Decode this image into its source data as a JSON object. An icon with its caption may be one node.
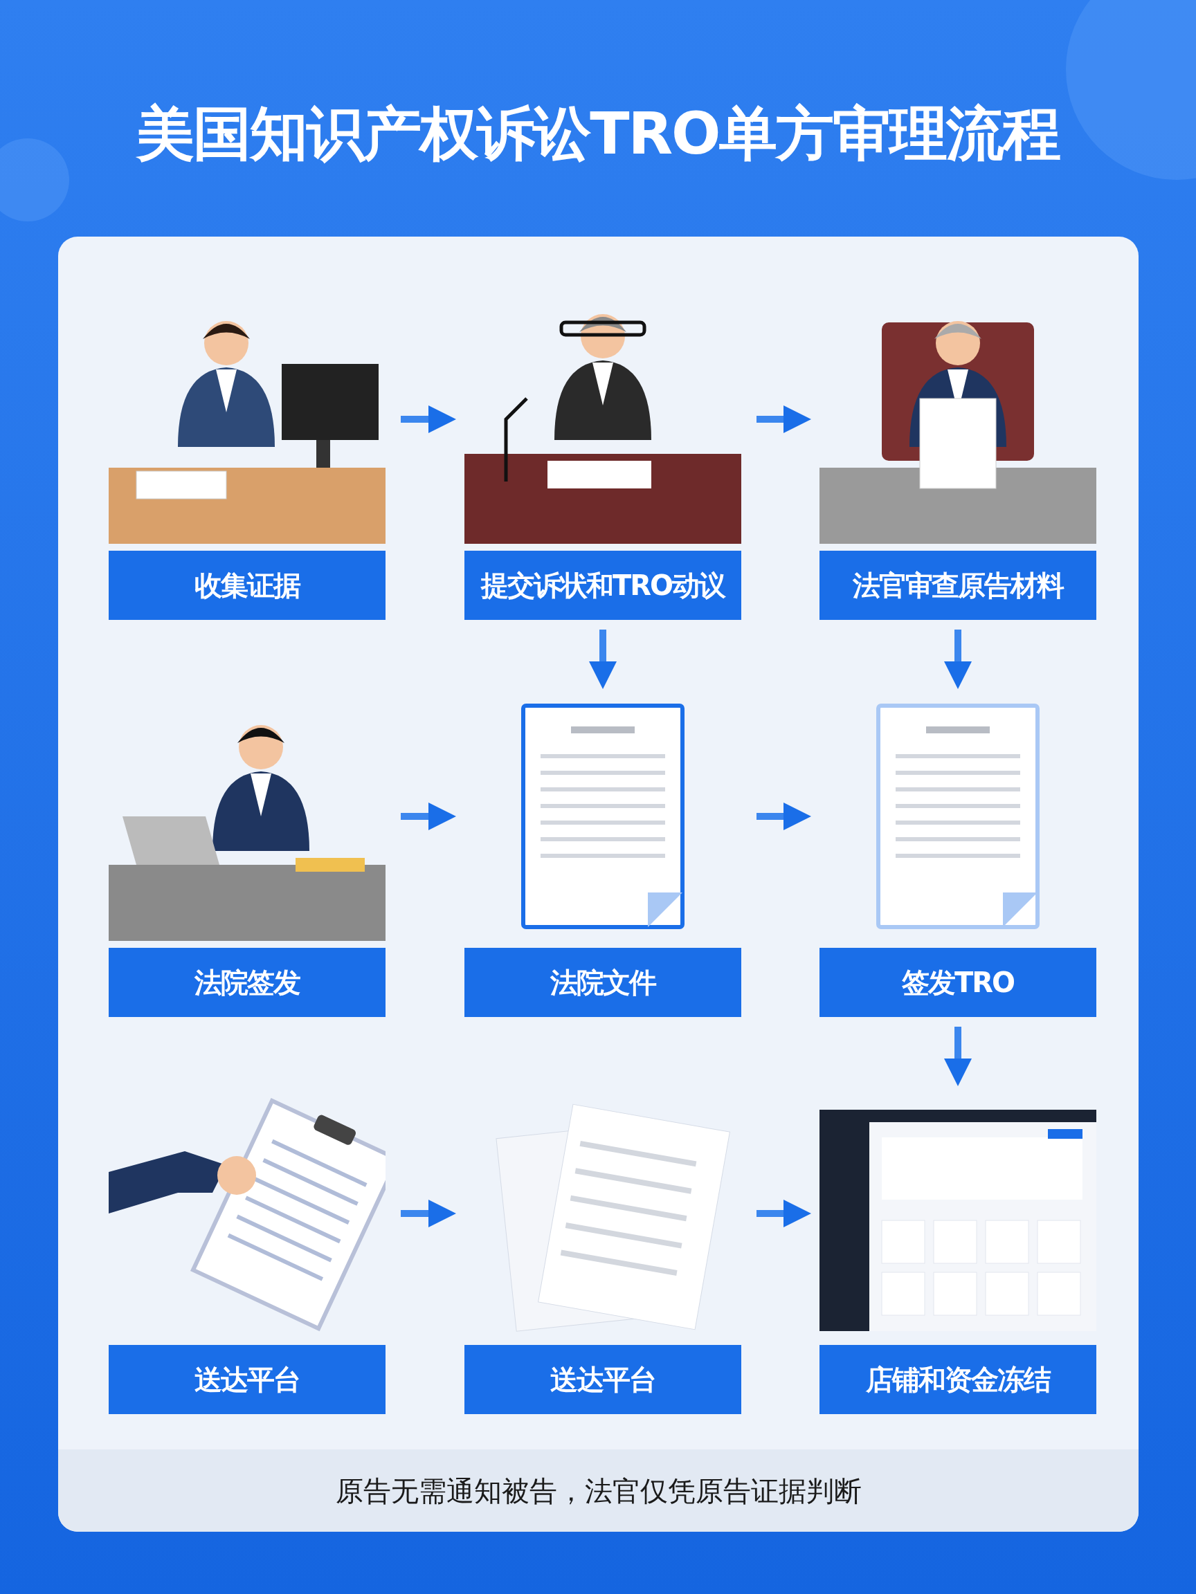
{
  "diagram": {
    "title": "美国知识产权诉讼TRO单方审理流程",
    "nodes": [
      {
        "text": [
          "收集证据"
        ]
      },
      {
        "text": [
          "提交诉状和TRO动议"
        ]
      },
      {
        "text": [
          "法官审查原告材料"
        ]
      },
      {
        "text": [
          "法院签发"
        ]
      },
      {
        "text": [
          "法院文件"
        ]
      },
      {
        "text": [
          "签发TRO"
        ]
      },
      {
        "text": [
          "送达平台"
        ]
      },
      {
        "text": [
          "送达平台"
        ]
      },
      {
        "text": [
          "店铺和资金冻结"
        ]
      }
    ],
    "edges": [
      {
        "from": 0,
        "to": 1,
        "arrow": "to"
      },
      {
        "from": 1,
        "to": 2,
        "arrow": "to"
      },
      {
        "from": 1,
        "to": 4,
        "arrow": "to"
      },
      {
        "from": 2,
        "to": 5,
        "arrow": "to"
      },
      {
        "from": 3,
        "to": 4,
        "arrow": "to"
      },
      {
        "from": 4,
        "to": 5,
        "arrow": "to"
      },
      {
        "from": 5,
        "to": 8,
        "arrow": "to"
      },
      {
        "from": 6,
        "to": 7,
        "arrow": "to"
      },
      {
        "from": 7,
        "to": 8,
        "arrow": "to"
      }
    ],
    "labels": [
      "原告无需通知被告，法官仅凭原告证据判断"
    ]
  }
}
